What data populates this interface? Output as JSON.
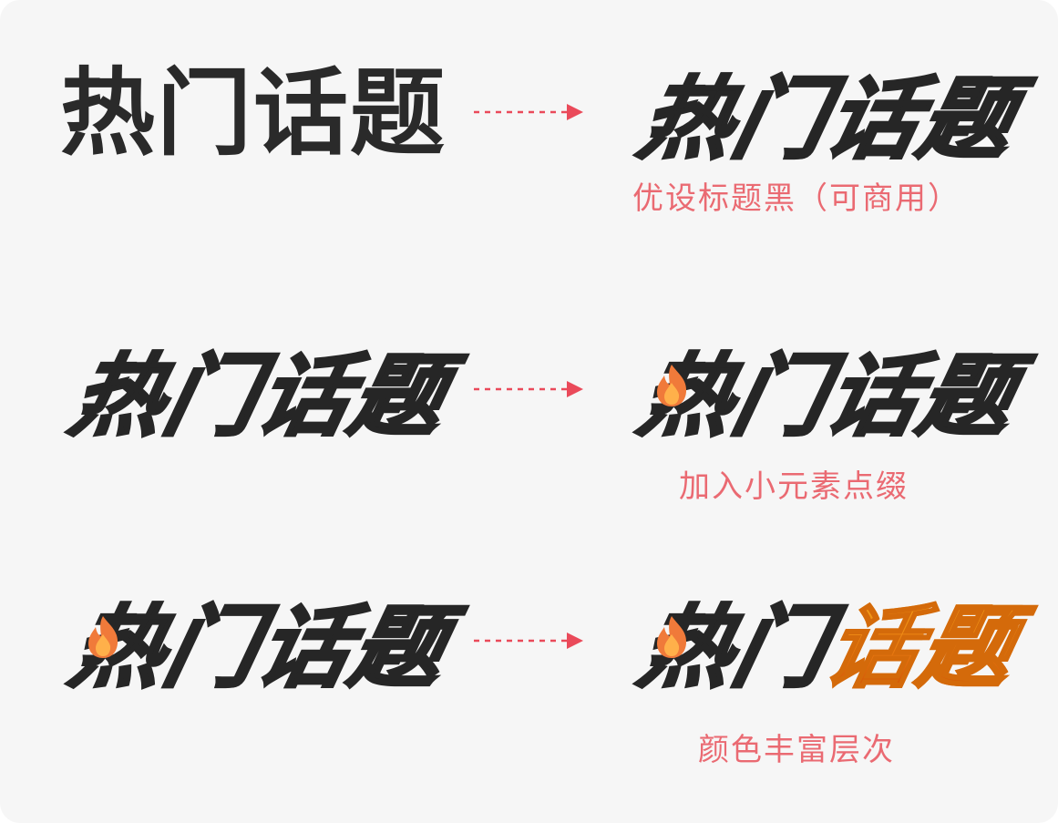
{
  "word": [
    "热",
    "门",
    "话",
    "题"
  ],
  "captions": {
    "row1": "优设标题黑（可商用）",
    "row2": "加入小元素点缀",
    "row3": "颜色丰富层次"
  },
  "colors": {
    "background": "#f6f6f6",
    "text": "#262626",
    "caption": "#ea6a72",
    "arrow": "#ea4a5a",
    "flame_outer": "#f07a3a",
    "flame_inner": "#ffb04a",
    "gradient_top": "#f3a01a",
    "gradient_bottom": "#cf4d05"
  },
  "icons": {
    "flame": "flame-icon",
    "arrow": "dashed-arrow-right-icon"
  }
}
